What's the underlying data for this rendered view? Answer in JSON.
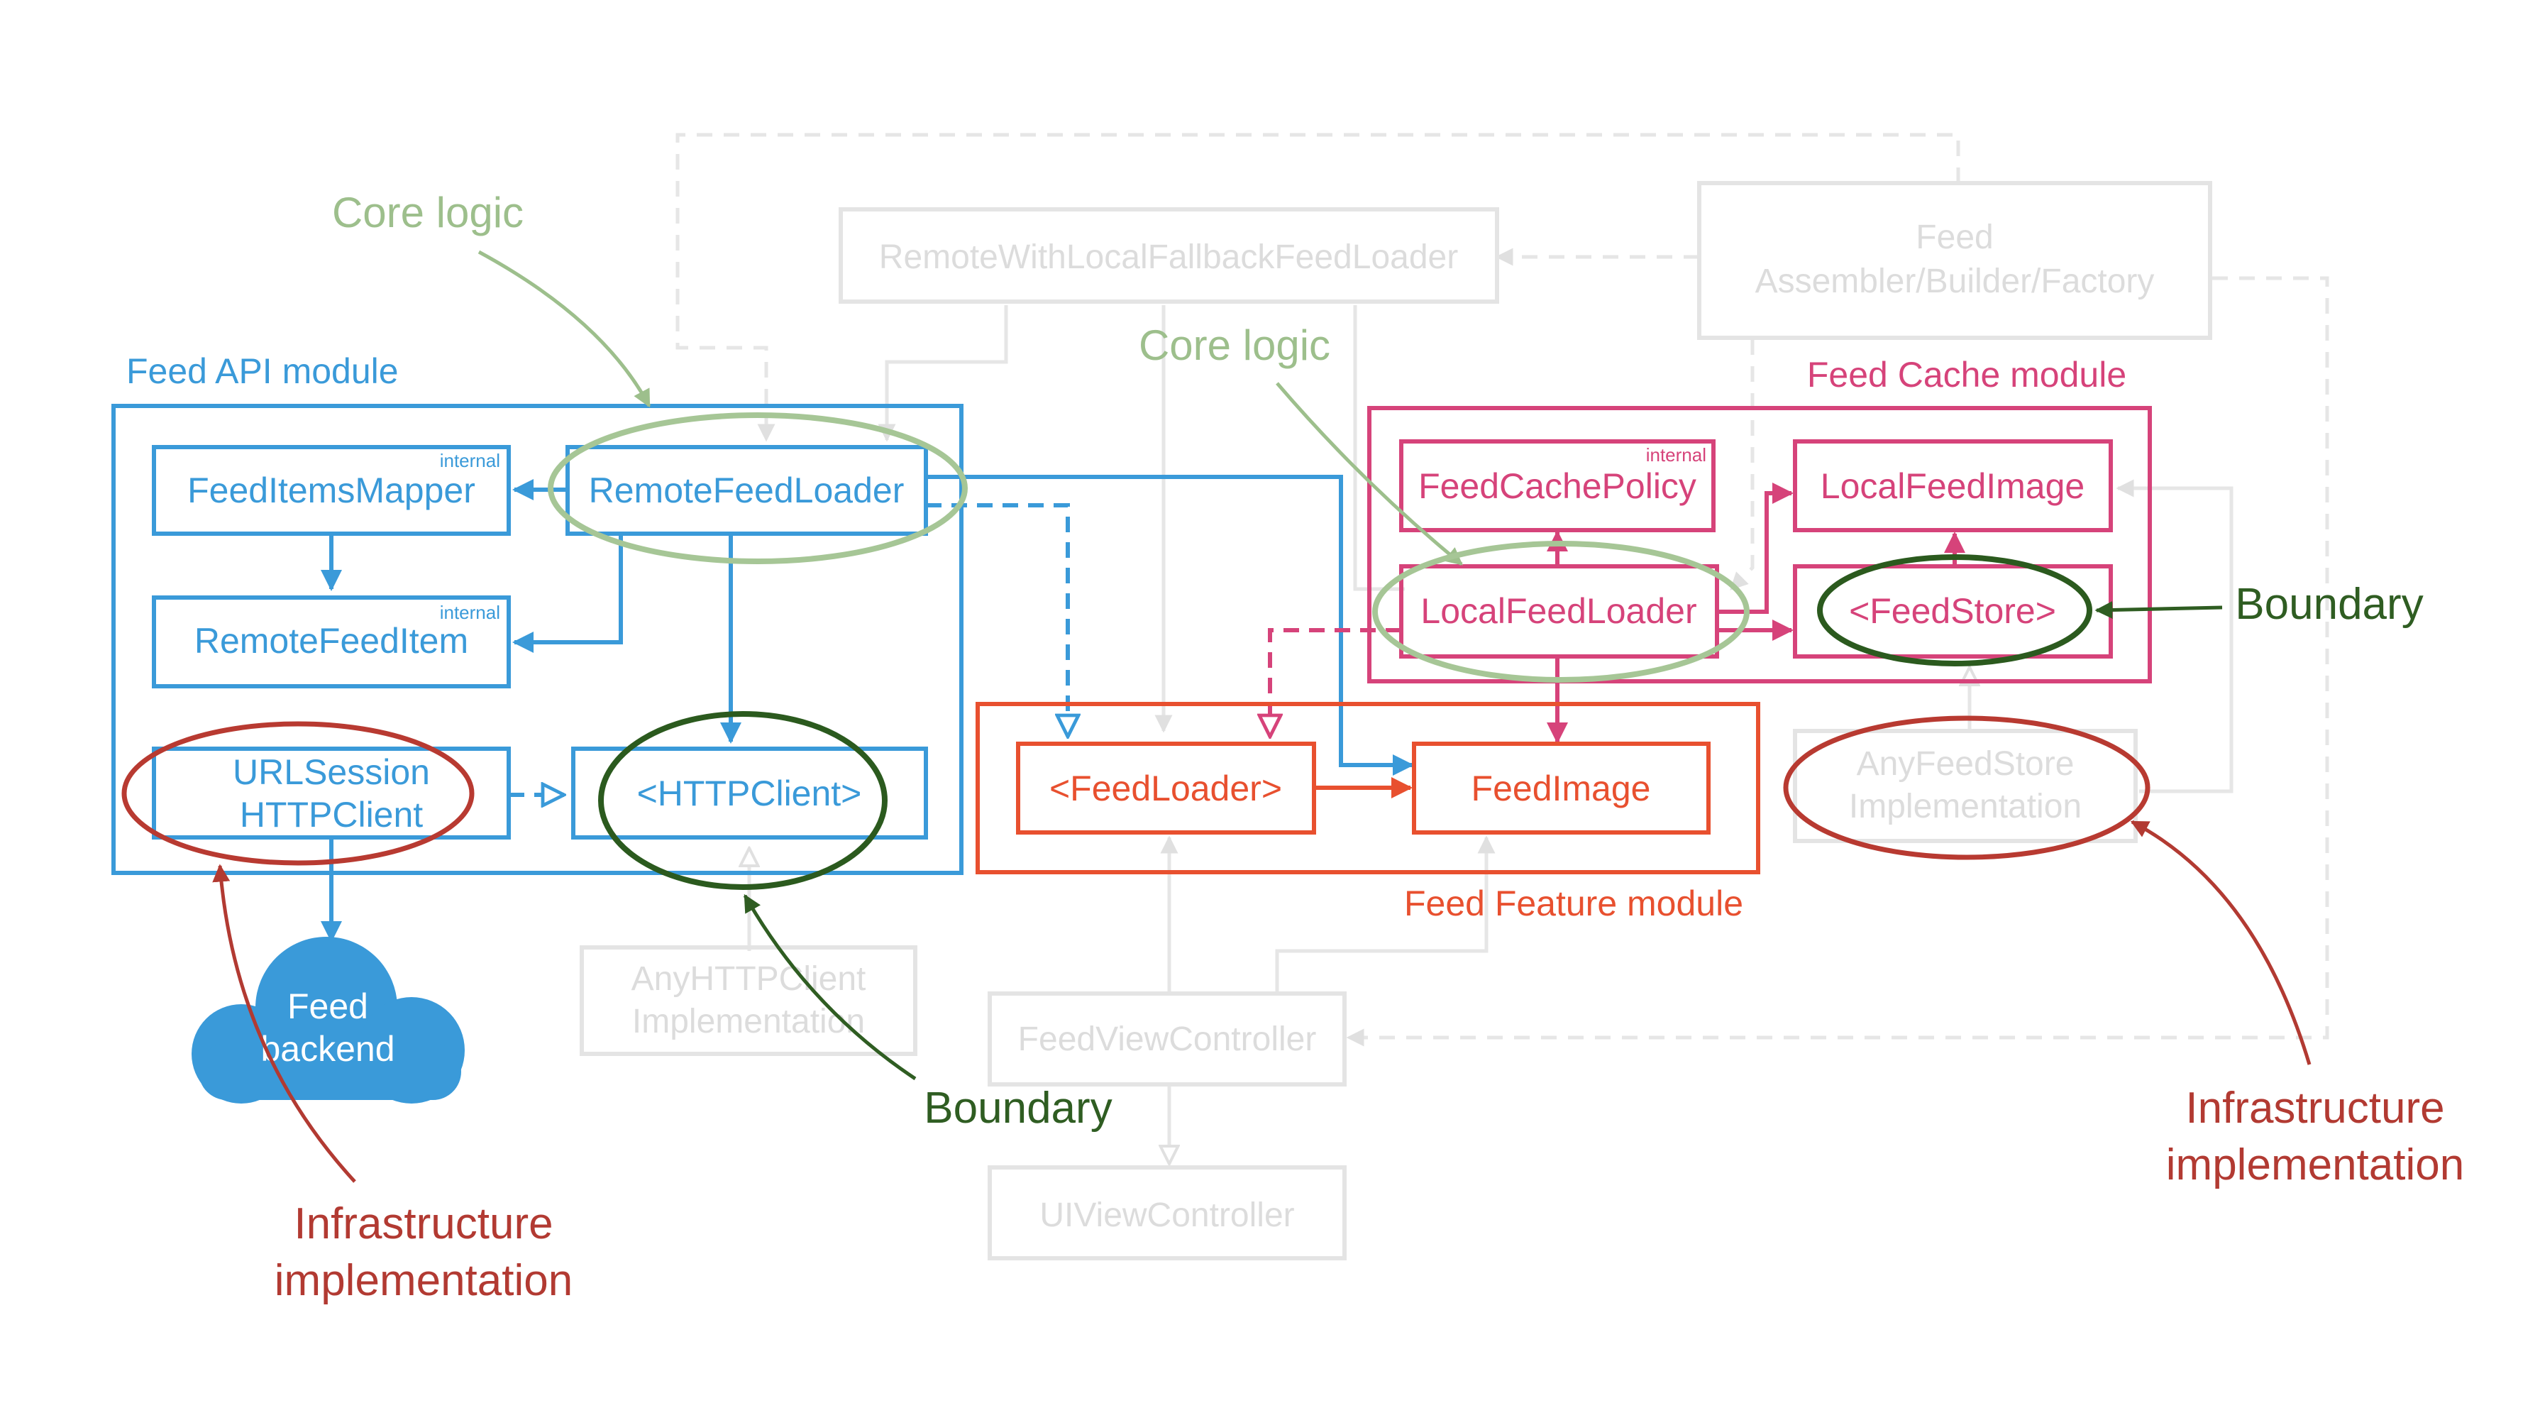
{
  "colors": {
    "feed_api": "#3a9ad9",
    "feed_cache": "#d6437a",
    "feed_feature": "#e8502f",
    "faded": "#dcdcdc",
    "core_logic": "#9dbf8c",
    "boundary": "#2f5d22",
    "infrastructure": "#b23a32"
  },
  "modules": {
    "feed_api": "Feed API module",
    "feed_cache": "Feed Cache module",
    "feed_feature": "Feed Feature module"
  },
  "nodes": {
    "remote_with_fallback": "RemoteWithLocalFallbackFeedLoader",
    "assembler_line1": "Feed",
    "assembler_line2": "Assembler/Builder/Factory",
    "feed_items_mapper": "FeedItemsMapper",
    "remote_feed_loader": "RemoteFeedLoader",
    "remote_feed_item": "RemoteFeedItem",
    "urlsession_line1": "URLSession",
    "urlsession_line2": "HTTPClient",
    "http_client": "<HTTPClient>",
    "feed_backend_line1": "Feed",
    "feed_backend_line2": "backend",
    "any_http_line1": "AnyHTTPClient",
    "any_http_line2": "Implementation",
    "feed_loader": "<FeedLoader>",
    "feed_image": "FeedImage",
    "feed_view_controller": "FeedViewController",
    "ui_view_controller": "UIViewController",
    "feed_cache_policy": "FeedCachePolicy",
    "local_feed_image": "LocalFeedImage",
    "local_feed_loader": "LocalFeedLoader",
    "feed_store": "<FeedStore>",
    "any_store_line1": "AnyFeedStore",
    "any_store_line2": "Implementation",
    "internal_tag": "internal"
  },
  "annotations": {
    "core_logic": "Core logic",
    "boundary": "Boundary",
    "infra_line1": "Infrastructure",
    "infra_line2": "implementation"
  }
}
